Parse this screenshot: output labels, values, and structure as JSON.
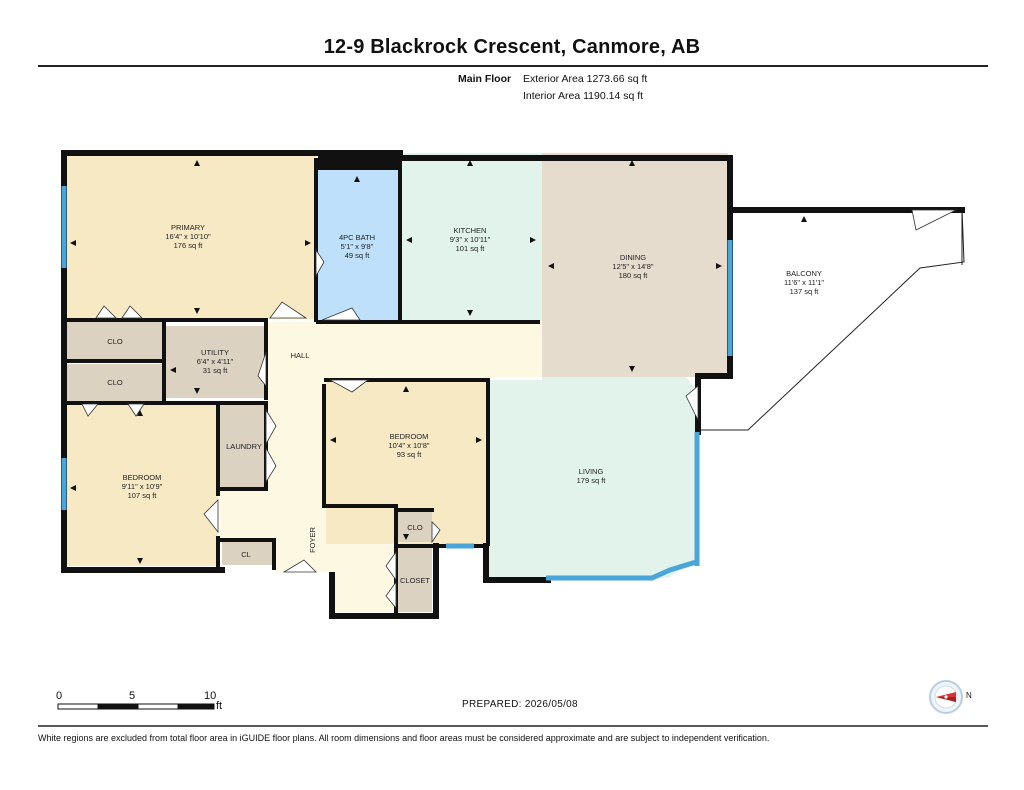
{
  "header": {
    "title": "12-9 Blackrock Crescent, Canmore, AB",
    "floor_label": "Main Floor",
    "exterior_area": "Exterior Area 1273.66 sq ft",
    "interior_area": "Interior Area 1190.14 sq ft"
  },
  "rooms": {
    "primary": {
      "name": "PRIMARY",
      "dims": "16'4\" x 10'10\"",
      "area": "176 sq ft"
    },
    "bath": {
      "name": "4PC BATH",
      "dims": "5'1\" x 9'8\"",
      "area": "49 sq ft"
    },
    "kitchen": {
      "name": "KITCHEN",
      "dims": "9'3\" x 10'11\"",
      "area": "101 sq ft"
    },
    "dining": {
      "name": "DINING",
      "dims": "12'5\" x 14'8\"",
      "area": "180 sq ft"
    },
    "balcony": {
      "name": "BALCONY",
      "dims": "11'6\" x 11'1\"",
      "area": "137 sq ft"
    },
    "clo1": {
      "name": "CLO"
    },
    "clo2": {
      "name": "CLO"
    },
    "utility": {
      "name": "UTILITY",
      "dims": "6'4\" x 4'11\"",
      "area": "31 sq ft"
    },
    "hall": {
      "name": "HALL"
    },
    "bedroom2": {
      "name": "BEDROOM",
      "dims": "10'4\" x 10'8\"",
      "area": "93 sq ft"
    },
    "laundry": {
      "name": "LAUNDRY"
    },
    "bedroom1": {
      "name": "BEDROOM",
      "dims": "9'11\" x 10'9\"",
      "area": "107 sq ft"
    },
    "living": {
      "name": "LIVING",
      "area": "179 sq ft"
    },
    "foyer": {
      "name": "FOYER"
    },
    "cl": {
      "name": "CL"
    },
    "clo3": {
      "name": "CLO"
    },
    "closet": {
      "name": "CLOSET"
    }
  },
  "scale": {
    "ticks": [
      "0",
      "5",
      "10"
    ],
    "unit": "ft"
  },
  "prepared": "PREPARED: 2026/05/08",
  "compass": {
    "label": "N"
  },
  "footnote": "White regions are excluded from total floor area in iGUIDE floor plans. All room dimensions and floor areas must be considered approximate and are subject to independent verification."
}
